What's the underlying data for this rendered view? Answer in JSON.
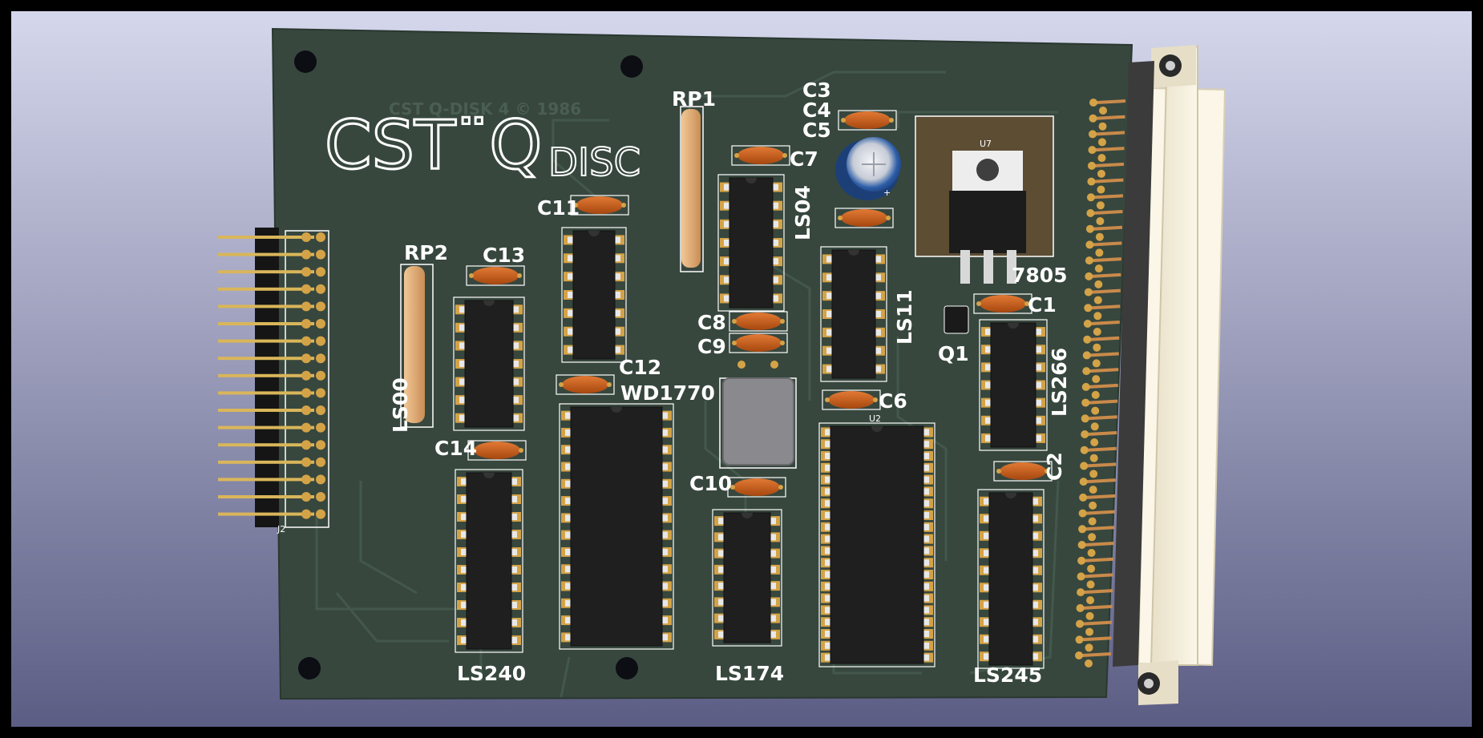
{
  "board": {
    "watermark": "CST Q-DISK 4 © 1986",
    "logo_main": "CST¨Q",
    "logo_sub": "DISC"
  },
  "labels": {
    "rp1": "RP1",
    "rp2": "RP2",
    "c1": "C1",
    "c2": "C2",
    "c3": "C3",
    "c4": "C4",
    "c5": "C5",
    "c6": "C6",
    "c7": "C7",
    "c8": "C8",
    "c9": "C9",
    "c10": "C10",
    "c11": "C11",
    "c12": "C12",
    "c13": "C13",
    "c14": "C14",
    "ls00": "LS00",
    "ls04": "LS04",
    "ls11": "LS11",
    "ls174": "LS174",
    "ls240": "LS240",
    "ls245": "LS245",
    "ls266": "LS266",
    "wd1770": "WD1770",
    "reg7805": "7805",
    "u7": "U7",
    "u2": "U2",
    "q1": "Q1",
    "j2": "J2",
    "plus": "+"
  },
  "colors": {
    "pcb": "#37473e",
    "background_top": "#d4d6ea",
    "background_bottom": "#5c5e84",
    "ic_body": "#1f1f1f",
    "capacitor": "#c25a18",
    "gold": "#d4a347",
    "connector": "#f1ead5"
  }
}
